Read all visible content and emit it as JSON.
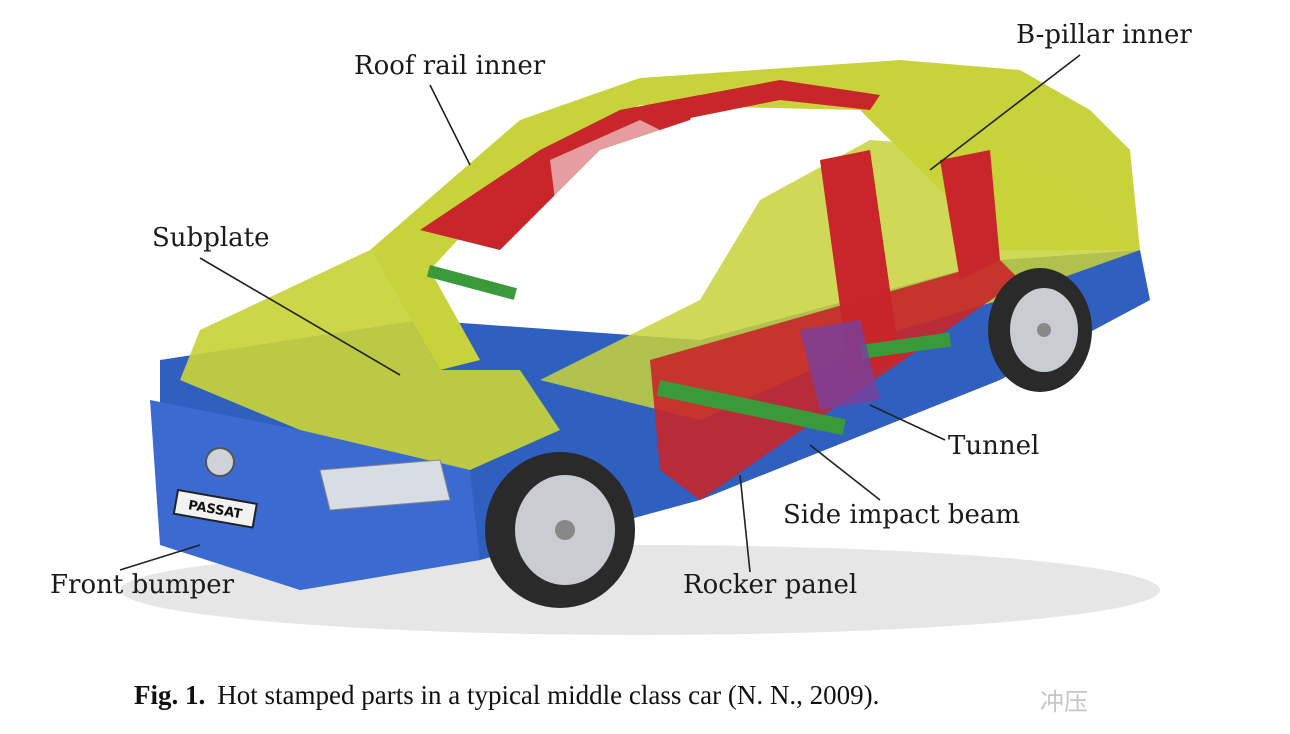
{
  "labels": {
    "roof_rail_inner": "Roof rail inner",
    "b_pillar_inner": "B-pillar inner",
    "subplate": "Subplate",
    "tunnel": "Tunnel",
    "side_impact_beam": "Side impact beam",
    "rocker_panel": "Rocker panel",
    "front_bumper": "Front bumper"
  },
  "caption": {
    "fig_number": "Fig. 1.",
    "text": "Hot stamped parts in a typical middle class car (N. N., 2009)."
  },
  "watermark": "冲压",
  "car": {
    "badge_text": "PASSAT",
    "colors": {
      "yellow_frame": "#c8d23a",
      "red_parts": "#c8262a",
      "blue_floor": "#2f5fbf",
      "green_beams": "#3a9a3a",
      "tire": "#2a2a2a",
      "rim": "#c9ccd0"
    }
  }
}
